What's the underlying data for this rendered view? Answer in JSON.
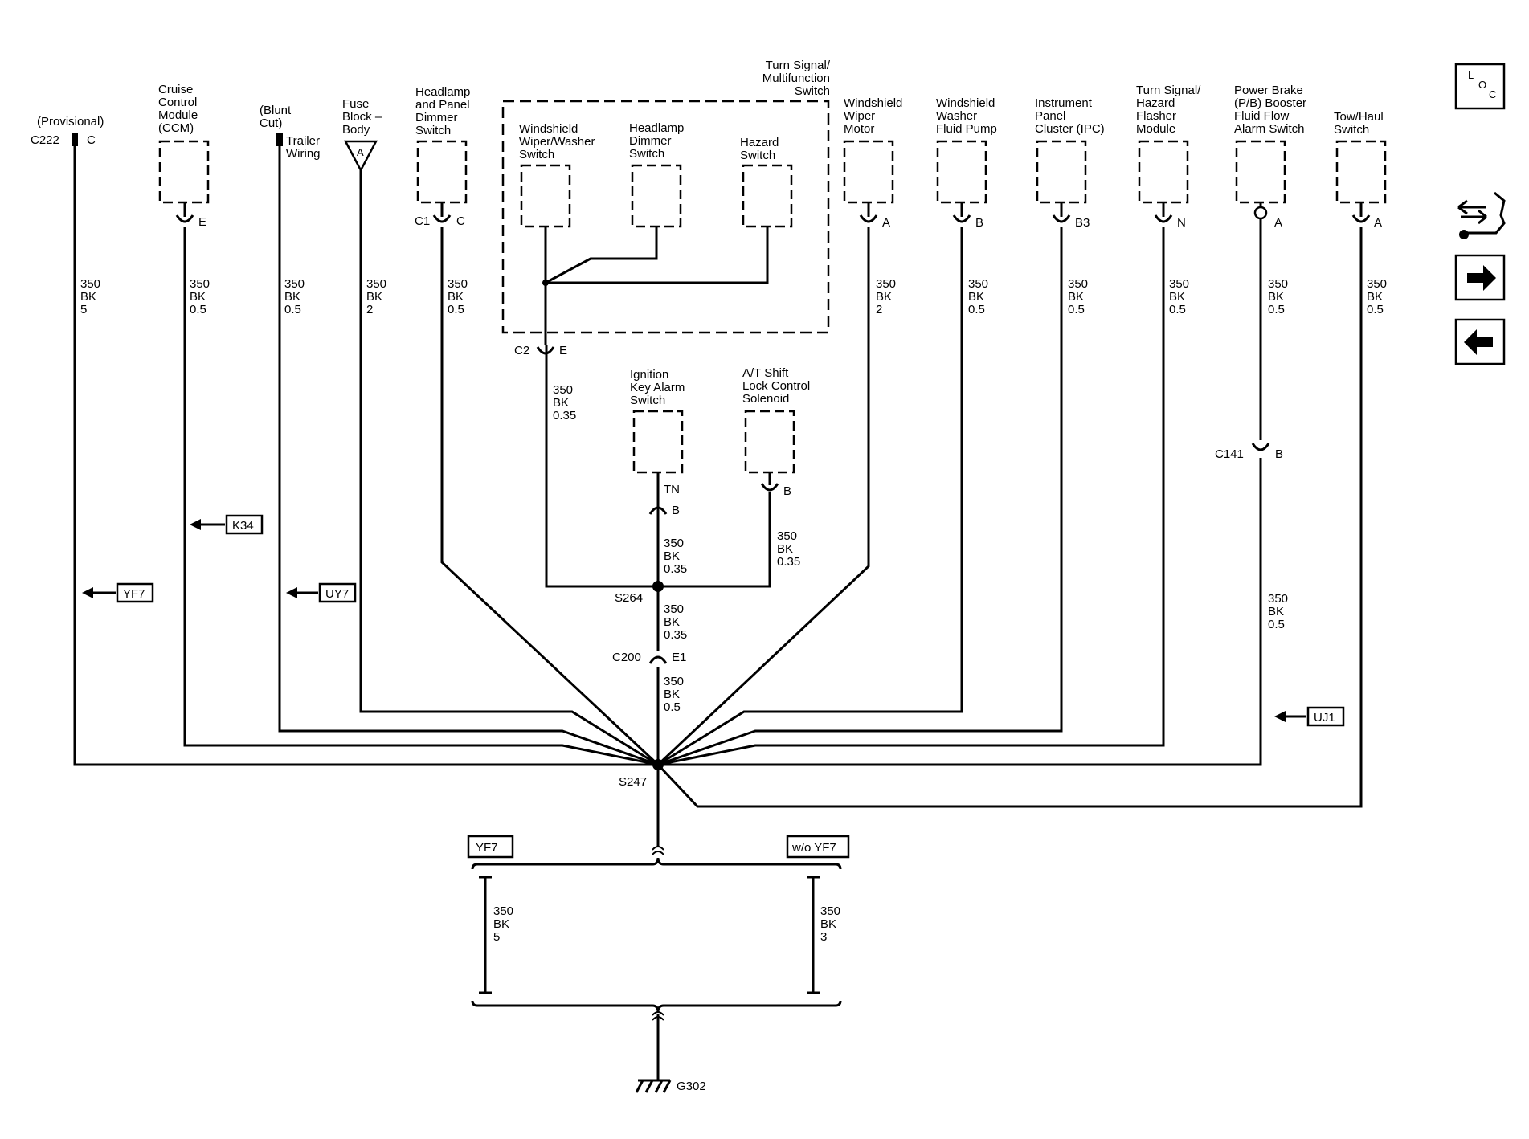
{
  "side_icons": [
    {
      "name": "loc-icon",
      "text": "LOC",
      "glyph": "L O C"
    },
    {
      "name": "tools-icon",
      "glyph": "wrench-arrows"
    },
    {
      "name": "next-page-icon",
      "glyph": "arrow-right"
    },
    {
      "name": "prev-page-icon",
      "glyph": "arrow-left"
    }
  ],
  "top": {
    "c222": {
      "name": "C222",
      "pin": "C",
      "note": "(Provisional)",
      "wire": [
        "350",
        "BK",
        "5"
      ]
    },
    "ccm": {
      "lines": [
        "Cruise",
        "Control",
        "Module",
        "(CCM)"
      ],
      "pin": "E",
      "wire": [
        "350",
        "BK",
        "0.5"
      ]
    },
    "trailer": {
      "note": [
        "(Blunt",
        "Cut)"
      ],
      "lines": [
        "Trailer",
        "Wiring"
      ],
      "wire": [
        "350",
        "BK",
        "0.5"
      ]
    },
    "fuse": {
      "lines": [
        "Fuse",
        "Block –",
        "Body"
      ],
      "pin": "A",
      "wire": [
        "350",
        "BK",
        "2"
      ]
    },
    "headlamp_panel": {
      "lines": [
        "Headlamp",
        "and Panel",
        "Dimmer",
        "Switch"
      ],
      "conn": "C1",
      "pin": "C",
      "wire": [
        "350",
        "BK",
        "0.5"
      ]
    },
    "multifunction": {
      "lines": [
        "Turn Signal/",
        "Multifunction",
        "Switch"
      ],
      "conn": "C2",
      "pin": "E",
      "wire": [
        "350",
        "BK",
        "0.35"
      ]
    },
    "ww_switch": {
      "lines": [
        "Windshield",
        "Wiper/Washer",
        "Switch"
      ]
    },
    "hd_switch": {
      "lines": [
        "Headlamp",
        "Dimmer",
        "Switch"
      ]
    },
    "hz_switch": {
      "lines": [
        "Hazard",
        "Switch"
      ]
    },
    "wiper_motor": {
      "lines": [
        "Windshield",
        "Wiper",
        "Motor"
      ],
      "pin": "A",
      "wire": [
        "350",
        "BK",
        "2"
      ]
    },
    "washer_pump": {
      "lines": [
        "Windshield",
        "Washer",
        "Fluid Pump"
      ],
      "pin": "B",
      "wire": [
        "350",
        "BK",
        "0.5"
      ]
    },
    "ipc": {
      "lines": [
        "Instrument",
        "Panel",
        "Cluster (IPC)"
      ],
      "pin": "B3",
      "wire": [
        "350",
        "BK",
        "0.5"
      ]
    },
    "flasher": {
      "lines": [
        "Turn Signal/",
        "Hazard",
        "Flasher",
        "Module"
      ],
      "pin": "N",
      "wire": [
        "350",
        "BK",
        "0.5"
      ]
    },
    "pb_booster": {
      "lines": [
        "Power Brake",
        "(P/B) Booster",
        "Fluid Flow",
        "Alarm Switch"
      ],
      "pin": "A",
      "wire": [
        "350",
        "BK",
        "0.5"
      ],
      "conn2": "C141",
      "pin2": "B",
      "wire2": [
        "350",
        "BK",
        "0.5"
      ]
    },
    "tow_haul": {
      "lines": [
        "Tow/Haul",
        "Switch"
      ],
      "pin": "A",
      "wire": [
        "350",
        "BK",
        "0.5"
      ]
    }
  },
  "middle": {
    "ign_key": {
      "lines": [
        "Ignition",
        "Key Alarm",
        "Switch"
      ],
      "pin_top": "TN",
      "pin": "B",
      "wire": [
        "350",
        "BK",
        "0.35"
      ]
    },
    "shift_lock": {
      "lines": [
        "A/T Shift",
        "Lock Control",
        "Solenoid"
      ],
      "pin": "B",
      "wire": [
        "350",
        "BK",
        "0.35"
      ]
    },
    "s264": "S264",
    "s264_wire": [
      "350",
      "BK",
      "0.35"
    ],
    "c200": {
      "name": "C200",
      "pin": "E1"
    },
    "c200_wire": [
      "350",
      "BK",
      "0.5"
    ],
    "s247": "S247"
  },
  "refs": {
    "k34": "K34",
    "yf7": "YF7",
    "uy7": "UY7",
    "uj1": "UJ1"
  },
  "bottom": {
    "left_label": "YF7",
    "right_label": "w/o YF7",
    "left_wire": [
      "350",
      "BK",
      "5"
    ],
    "right_wire": [
      "350",
      "BK",
      "3"
    ],
    "ground": "G302"
  }
}
